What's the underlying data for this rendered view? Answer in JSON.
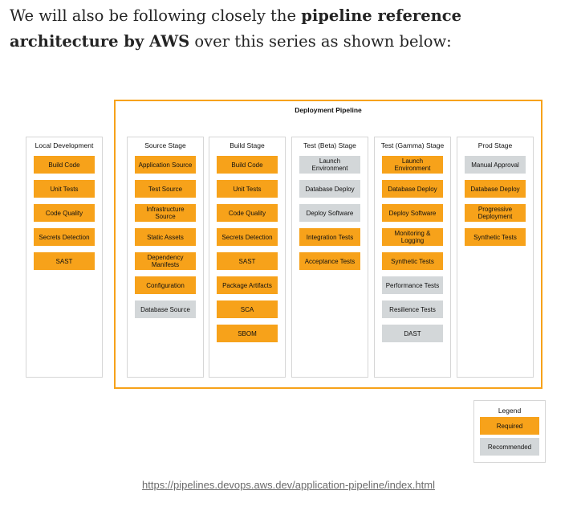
{
  "intro": {
    "part1": "We will also be following closely the ",
    "bold": "pipeline reference architecture by AWS",
    "part2": " over this series as shown below:"
  },
  "diagram": {
    "pipeline_title": "Deployment Pipeline",
    "local": {
      "title": "Local Development",
      "items": [
        {
          "label": "Build Code",
          "type": "required"
        },
        {
          "label": "Unit Tests",
          "type": "required"
        },
        {
          "label": "Code Quality",
          "type": "required"
        },
        {
          "label": "Secrets Detection",
          "type": "required"
        },
        {
          "label": "SAST",
          "type": "required"
        }
      ]
    },
    "source": {
      "title": "Source Stage",
      "items": [
        {
          "label": "Application Source",
          "type": "required"
        },
        {
          "label": "Test Source",
          "type": "required"
        },
        {
          "label": "Infrastructure Source",
          "type": "required"
        },
        {
          "label": "Static Assets",
          "type": "required"
        },
        {
          "label": "Dependency Manifests",
          "type": "required"
        },
        {
          "label": "Configuration",
          "type": "required"
        },
        {
          "label": "Database Source",
          "type": "recommended"
        }
      ]
    },
    "build": {
      "title": "Build Stage",
      "items": [
        {
          "label": "Build Code",
          "type": "required"
        },
        {
          "label": "Unit Tests",
          "type": "required"
        },
        {
          "label": "Code Quality",
          "type": "required"
        },
        {
          "label": "Secrets Detection",
          "type": "required"
        },
        {
          "label": "SAST",
          "type": "required"
        },
        {
          "label": "Package Artifacts",
          "type": "required"
        },
        {
          "label": "SCA",
          "type": "required"
        },
        {
          "label": "SBOM",
          "type": "required"
        }
      ]
    },
    "beta": {
      "title": "Test (Beta) Stage",
      "items": [
        {
          "label": "Launch Environment",
          "type": "recommended"
        },
        {
          "label": "Database Deploy",
          "type": "recommended"
        },
        {
          "label": "Deploy Software",
          "type": "recommended"
        },
        {
          "label": "Integration Tests",
          "type": "required"
        },
        {
          "label": "Acceptance Tests",
          "type": "required"
        }
      ]
    },
    "gamma": {
      "title": "Test (Gamma) Stage",
      "items": [
        {
          "label": "Launch Environment",
          "type": "required"
        },
        {
          "label": "Database Deploy",
          "type": "required"
        },
        {
          "label": "Deploy Software",
          "type": "required"
        },
        {
          "label": "Monitoring & Logging",
          "type": "required"
        },
        {
          "label": "Synthetic Tests",
          "type": "required"
        },
        {
          "label": "Performance Tests",
          "type": "recommended"
        },
        {
          "label": "Resilience Tests",
          "type": "recommended"
        },
        {
          "label": "DAST",
          "type": "recommended"
        }
      ]
    },
    "prod": {
      "title": "Prod Stage",
      "items": [
        {
          "label": "Manual Approval",
          "type": "recommended"
        },
        {
          "label": "Database Deploy",
          "type": "required"
        },
        {
          "label": "Progressive Deployment",
          "type": "required"
        },
        {
          "label": "Synthetic Tests",
          "type": "required"
        }
      ]
    },
    "legend": {
      "title": "Legend",
      "required": "Required",
      "recommended": "Recommended"
    },
    "colors": {
      "required": "#f7a21a",
      "recommended": "#d3d7d9",
      "pipeline_border": "#f7a21a"
    }
  },
  "caption": "https://pipelines.devops.aws.dev/application-pipeline/index.html"
}
